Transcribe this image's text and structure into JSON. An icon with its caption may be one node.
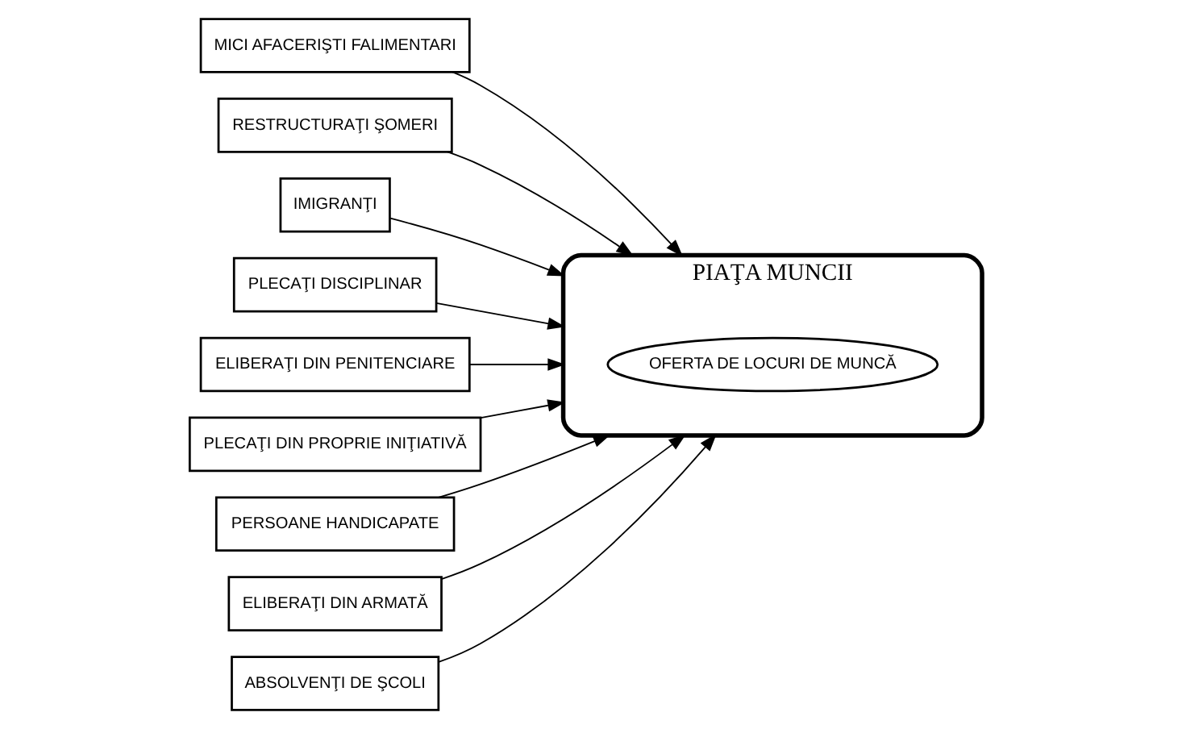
{
  "diagram": {
    "nodes": [
      {
        "text": [
          "MICI AFACERIŞTI FALIMENTARI"
        ]
      },
      {
        "text": [
          "RESTRUCTURAŢI ŞOMERI"
        ]
      },
      {
        "text": [
          "IMIGRANŢI"
        ]
      },
      {
        "text": [
          "PLECAŢI DISCIPLINAR"
        ]
      },
      {
        "text": [
          "PIAŢA MUNCII"
        ]
      },
      {
        "text": [
          "OFERTA DE LOCURI DE MUNCĂ"
        ],
        "in": 4
      },
      {
        "text": [
          "ELIBERAŢI DIN PENITENCIARE"
        ]
      },
      {
        "text": [
          "PLECAŢI DIN PROPRIE INIŢIATIVĂ"
        ]
      },
      {
        "text": [
          "PERSOANE HANDICAPATE"
        ]
      },
      {
        "text": [
          "ELIBERAŢI DIN ARMATĂ"
        ]
      },
      {
        "text": [
          "ABSOLVENŢI DE ŞCOLI"
        ]
      }
    ],
    "edges": [
      {
        "from": 0,
        "to": 4,
        "arrow": "to"
      },
      {
        "from": 1,
        "to": 4,
        "arrow": "to"
      },
      {
        "from": 2,
        "to": 4,
        "arrow": "to"
      },
      {
        "from": 3,
        "to": 4,
        "arrow": "to"
      },
      {
        "from": 6,
        "to": 4,
        "arrow": "to"
      },
      {
        "from": 7,
        "to": 4,
        "arrow": "to"
      },
      {
        "from": 8,
        "to": 4,
        "arrow": "to"
      },
      {
        "from": 9,
        "to": 4,
        "arrow": "to"
      },
      {
        "from": 10,
        "to": 4,
        "arrow": "to"
      }
    ]
  }
}
